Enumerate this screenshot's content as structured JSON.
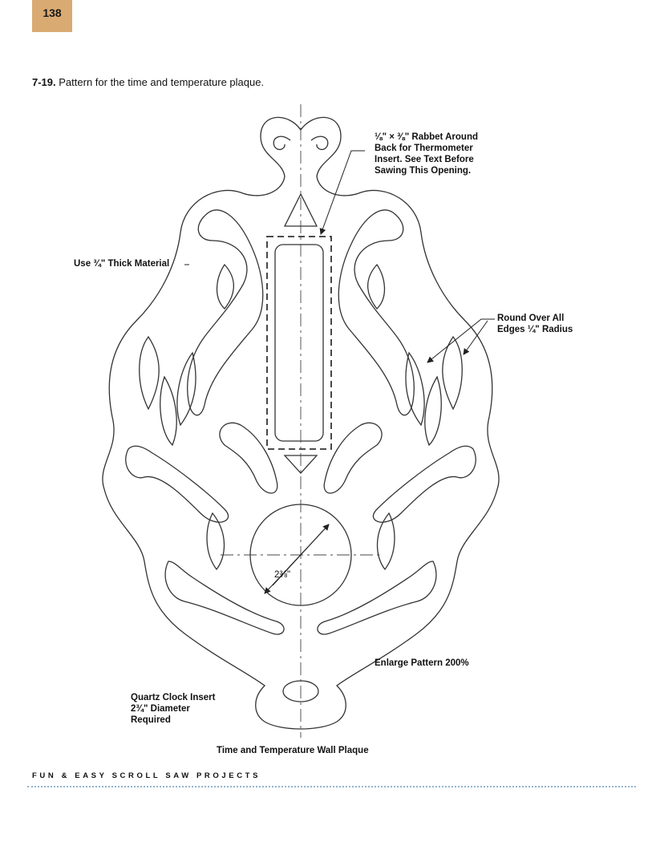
{
  "page": {
    "number": "138",
    "accent_color": "#d9aa72",
    "rule_color": "#8fb5cf"
  },
  "caption": {
    "figure_number": "7-19.",
    "text": "Pattern for the time and temperature plaque."
  },
  "labels": {
    "rabbet": [
      "⅛\" × ⅜\" Rabbet Around",
      "Back for Thermometer",
      "Insert. See Text Before",
      "Sawing This Opening."
    ],
    "material": "Use ¾\" Thick Material",
    "round_over": [
      "Round Over All",
      "Edges ¼\" Radius"
    ],
    "diameter": "2⅜\"",
    "enlarge": "Enlarge Pattern 200%",
    "clock": [
      "Quartz Clock Insert",
      "2¾\" Diameter",
      "Required"
    ],
    "title": "Time and Temperature Wall Plaque"
  },
  "footer": {
    "book_title": "FUN & EASY SCROLL SAW PROJECTS"
  }
}
